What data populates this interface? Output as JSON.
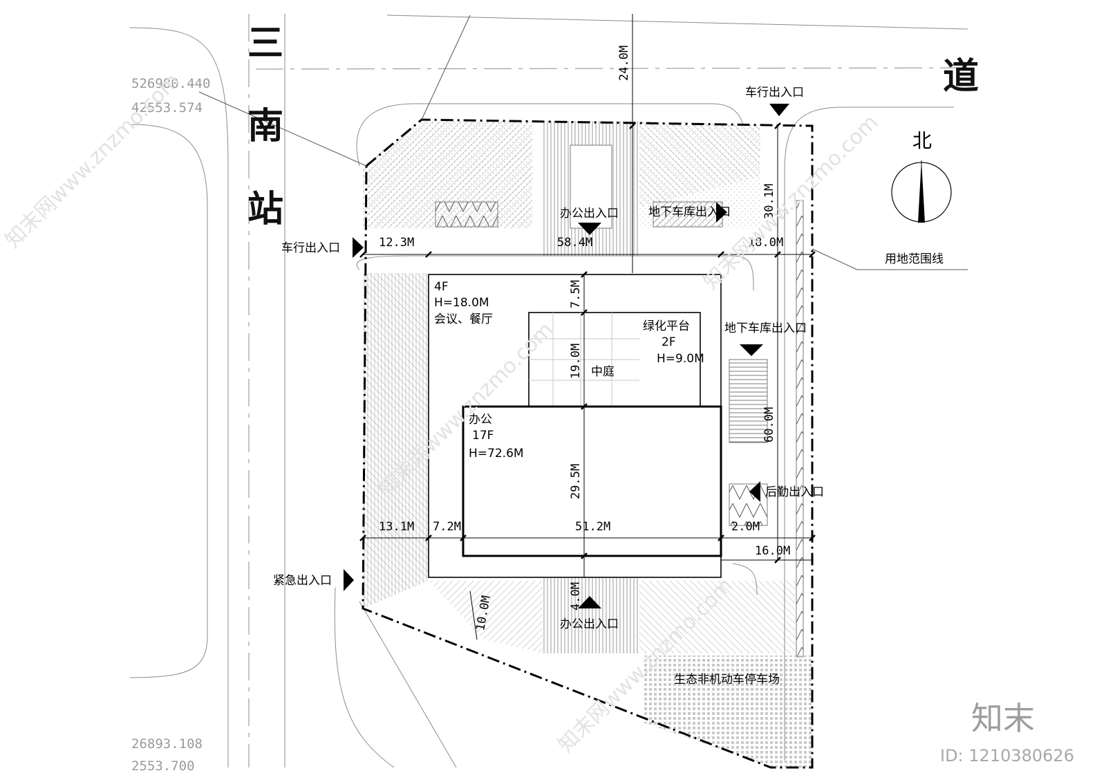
{
  "coordinates": {
    "top_x": "526980.440",
    "top_y": "42553.574",
    "bottom_x": "26893.108",
    "bottom_y": "2553.700"
  },
  "road_name": {
    "west_chars": [
      "三",
      "南",
      "站"
    ],
    "north_char": "道"
  },
  "north_arrow": {
    "label": "北"
  },
  "buildings": {
    "podium": {
      "floors": "4F",
      "height": "H=18.0M",
      "use": "会议、餐厅"
    },
    "green_platform": {
      "name": "绿化平台",
      "floors": "2F",
      "height": "H=9.0M"
    },
    "courtyard": {
      "name": "中庭"
    },
    "tower": {
      "name": "办公",
      "floors": "17F",
      "height": "H=72.6M"
    }
  },
  "entrances": {
    "vehicle_north": "车行出入口",
    "vehicle_west": "车行出入口",
    "office_north": "办公出入口",
    "office_south": "办公出入口",
    "garage_north": "地下车库出入口",
    "garage_east": "地下车库出入口",
    "service": "后勤出入口",
    "emergency": "紧急出入口"
  },
  "site_boundary_label": "用地范围线",
  "bike_parking_label": "生态非机动车停车场",
  "dimensions": {
    "d_24_0": "24.0M",
    "d_30_1": "30.1M",
    "d_12_3": "12.3M",
    "d_58_4": "58.4M",
    "d_18_0": "18.0M",
    "d_7_5": "7.5M",
    "d_19_0": "19.0M",
    "d_60_0": "60.0M",
    "d_29_5": "29.5M",
    "d_13_1": "13.1M",
    "d_7_2": "7.2M",
    "d_51_2": "51.2M",
    "d_2_0": "2.0M",
    "d_16_0": "16.0M",
    "d_4_0": "4.0M",
    "d_10_0": "10.0M"
  },
  "watermark": {
    "site": "知末网www.znzmo.com",
    "brand": "知末",
    "id": "ID: 1210380626"
  },
  "colors": {
    "line": "#000000",
    "road_line": "#8a8a8a",
    "hatch": "#6f6f6f",
    "watermark": "#e2e2e2"
  }
}
